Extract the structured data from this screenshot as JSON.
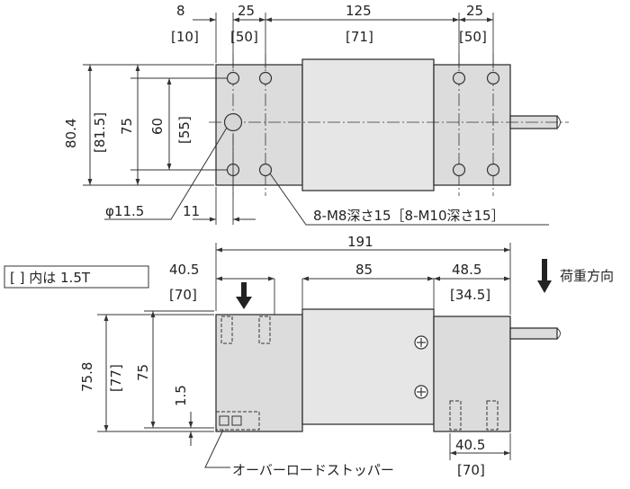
{
  "top_view": {
    "dim_8": "8",
    "dim_8_alt": "[10]",
    "dim_25_left": "25",
    "dim_25_left_alt": "[50]",
    "dim_125": "125",
    "dim_125_alt": "[71]",
    "dim_25_right": "25",
    "dim_25_right_alt": "[50]",
    "dim_80_4": "80.4",
    "dim_80_4_alt": "[81.5]",
    "dim_75": "75",
    "dim_60": "60",
    "dim_60_alt": "[55]",
    "dim_phi": "φ11.5",
    "dim_11": "11",
    "thread_note": "8-M8深さ15［8-M10深さ15］"
  },
  "side_view": {
    "dim_191": "191",
    "dim_40_5": "40.5",
    "dim_40_5_alt": "[70]",
    "dim_85": "85",
    "dim_48_5": "48.5",
    "dim_48_5_alt": "[34.5]",
    "dim_75_8": "75.8",
    "dim_75_8_alt": "[77]",
    "dim_75": "75",
    "dim_1_5": "1.5",
    "dim_40_5_bottom": "40.5",
    "dim_40_5_bottom_alt": "[70]",
    "stopper_label": "オーバーロードストッパー"
  },
  "notes": {
    "bracket_note": "[ ] 内は 1.5T",
    "load_direction": "荷重方向"
  }
}
